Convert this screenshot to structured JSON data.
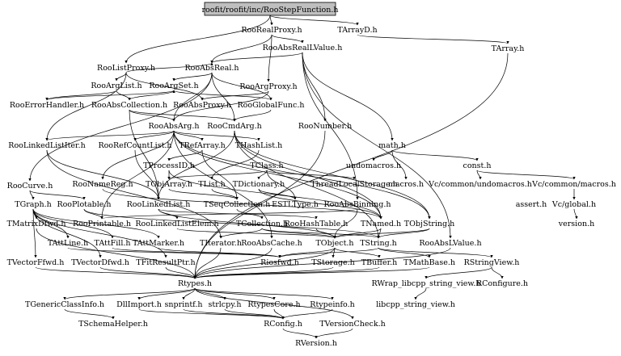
{
  "root": "roofit/roofit/inc/RooStepFunction.h",
  "nodes": [
    {
      "id": "RooRealProxy",
      "label": "RooRealProxy.h"
    },
    {
      "id": "TArrayD",
      "label": "TArrayD.h"
    },
    {
      "id": "RooAbsRealLValue",
      "label": "RooAbsRealLValue.h"
    },
    {
      "id": "TArray",
      "label": "TArray.h"
    },
    {
      "id": "RooListProxy",
      "label": "RooListProxy.h"
    },
    {
      "id": "RooAbsReal",
      "label": "RooAbsReal.h"
    },
    {
      "id": "RooArgList",
      "label": "RooArgList.h"
    },
    {
      "id": "RooArgSet",
      "label": "RooArgSet.h"
    },
    {
      "id": "RooArgProxy",
      "label": "RooArgProxy.h"
    },
    {
      "id": "RooErrorHandler",
      "label": "RooErrorHandler.h"
    },
    {
      "id": "RooAbsCollection",
      "label": "RooAbsCollection.h"
    },
    {
      "id": "RooAbsProxy",
      "label": "RooAbsProxy.h"
    },
    {
      "id": "RooGlobalFunc",
      "label": "RooGlobalFunc.h"
    },
    {
      "id": "RooAbsArg",
      "label": "RooAbsArg.h"
    },
    {
      "id": "RooCmdArg",
      "label": "RooCmdArg.h"
    },
    {
      "id": "RooNumber",
      "label": "RooNumber.h"
    },
    {
      "id": "RooLinkedListIter",
      "label": "RooLinkedListIter.h"
    },
    {
      "id": "RooRefCountList",
      "label": "RooRefCountList.h"
    },
    {
      "id": "TRefArray",
      "label": "TRefArray.h"
    },
    {
      "id": "THashList",
      "label": "THashList.h"
    },
    {
      "id": "math",
      "label": "math.h"
    },
    {
      "id": "TProcessID",
      "label": "TProcessID.h"
    },
    {
      "id": "TClass",
      "label": "TClass.h"
    },
    {
      "id": "undomacros",
      "label": "undomacros.h"
    },
    {
      "id": "const",
      "label": "const.h"
    },
    {
      "id": "RooNameReg",
      "label": "RooNameReg.h"
    },
    {
      "id": "TObjArray",
      "label": "TObjArray.h"
    },
    {
      "id": "TList",
      "label": "TList.h"
    },
    {
      "id": "TDictionary",
      "label": "TDictionary.h"
    },
    {
      "id": "ThreadLocalStorage",
      "label": "ThreadLocalStorage.h"
    },
    {
      "id": "macros",
      "label": "macros.h"
    },
    {
      "id": "VcUndomacros",
      "label": "Vc/common/undomacros.h"
    },
    {
      "id": "VcMacros",
      "label": "Vc/common/macros.h"
    },
    {
      "id": "RooCurve",
      "label": "RooCurve.h"
    },
    {
      "id": "RooPlotable",
      "label": "RooPlotable.h"
    },
    {
      "id": "RooLinkedList",
      "label": "RooLinkedList.h"
    },
    {
      "id": "TSeqCollection",
      "label": "TSeqCollection.h"
    },
    {
      "id": "ESTLType",
      "label": "ESTLType.h"
    },
    {
      "id": "RooAbsBinning",
      "label": "RooAbsBinning.h"
    },
    {
      "id": "assert",
      "label": "assert.h"
    },
    {
      "id": "VcGlobal",
      "label": "Vc/global.h"
    },
    {
      "id": "TGraph",
      "label": "TGraph.h"
    },
    {
      "id": "TMatrixDfwd",
      "label": "TMatrixDfwd.h"
    },
    {
      "id": "RooPrintable",
      "label": "RooPrintable.h"
    },
    {
      "id": "RooLinkedListElem",
      "label": "RooLinkedListElem.h"
    },
    {
      "id": "TCollection",
      "label": "TCollection.h"
    },
    {
      "id": "RooHashTable",
      "label": "RooHashTable.h"
    },
    {
      "id": "TNamed",
      "label": "TNamed.h"
    },
    {
      "id": "TObjString",
      "label": "TObjString.h"
    },
    {
      "id": "version",
      "label": "version.h"
    },
    {
      "id": "TAttLine",
      "label": "TAttLine.h"
    },
    {
      "id": "TAttFill",
      "label": "TAttFill.h"
    },
    {
      "id": "TAttMarker",
      "label": "TAttMarker.h"
    },
    {
      "id": "TIterator",
      "label": "TIterator.h"
    },
    {
      "id": "RooAbsCache",
      "label": "RooAbsCache.h"
    },
    {
      "id": "TObject",
      "label": "TObject.h"
    },
    {
      "id": "TString",
      "label": "TString.h"
    },
    {
      "id": "RooAbsLValue",
      "label": "RooAbsLValue.h"
    },
    {
      "id": "TVectorFfwd",
      "label": "TVectorFfwd.h"
    },
    {
      "id": "TVectorDfwd",
      "label": "TVectorDfwd.h"
    },
    {
      "id": "TFitResultPtr",
      "label": "TFitResultPtr.h"
    },
    {
      "id": "Riosfwd",
      "label": "Riosfwd.h"
    },
    {
      "id": "TStorage",
      "label": "TStorage.h"
    },
    {
      "id": "TBuffer",
      "label": "TBuffer.h"
    },
    {
      "id": "TMathBase",
      "label": "TMathBase.h"
    },
    {
      "id": "RStringView",
      "label": "RStringView.h"
    },
    {
      "id": "Rtypes",
      "label": "Rtypes.h"
    },
    {
      "id": "RWrap",
      "label": "RWrap_libcpp_string_view.h"
    },
    {
      "id": "RConfigure",
      "label": "RConfigure.h"
    },
    {
      "id": "TGenericClassInfo",
      "label": "TGenericClassInfo.h"
    },
    {
      "id": "DllImport",
      "label": "DllImport.h"
    },
    {
      "id": "snprintf",
      "label": "snprintf.h"
    },
    {
      "id": "strlcpy",
      "label": "strlcpy.h"
    },
    {
      "id": "RtypesCore",
      "label": "RtypesCore.h"
    },
    {
      "id": "Rtypeinfo",
      "label": "Rtypeinfo.h"
    },
    {
      "id": "libcpp",
      "label": "libcpp_string_view.h"
    },
    {
      "id": "TSchemaHelper",
      "label": "TSchemaHelper.h"
    },
    {
      "id": "RConfig",
      "label": "RConfig.h"
    },
    {
      "id": "TVersionCheck",
      "label": "TVersionCheck.h"
    },
    {
      "id": "RVersion",
      "label": "RVersion.h"
    }
  ],
  "edges": [
    [
      "ROOT",
      "RooRealProxy"
    ],
    [
      "ROOT",
      "TArrayD"
    ],
    [
      "ROOT",
      "RooListProxy"
    ],
    [
      "TArrayD",
      "TArray"
    ],
    [
      "TArray",
      "Rtypes"
    ],
    [
      "RooRealProxy",
      "RooAbsRealLValue"
    ],
    [
      "RooRealProxy",
      "RooAbsReal"
    ],
    [
      "RooRealProxy",
      "RooArgProxy"
    ],
    [
      "RooAbsRealLValue",
      "RooAbsReal"
    ],
    [
      "RooAbsRealLValue",
      "RooNumber"
    ],
    [
      "RooAbsRealLValue",
      "RooAbsLValue"
    ],
    [
      "RooAbsRealLValue",
      "RooAbsBinning"
    ],
    [
      "RooAbsRealLValue",
      "math"
    ],
    [
      "RooListProxy",
      "RooAbsReal"
    ],
    [
      "RooListProxy",
      "RooArgList"
    ],
    [
      "RooListProxy",
      "RooAbsProxy"
    ],
    [
      "RooListProxy",
      "RooLinkedListIter"
    ],
    [
      "RooAbsReal",
      "RooArgSet"
    ],
    [
      "RooAbsReal",
      "RooAbsArg"
    ],
    [
      "RooAbsReal",
      "RooGlobalFunc"
    ],
    [
      "RooAbsReal",
      "RooCmdArg"
    ],
    [
      "RooAbsReal",
      "RooCurve"
    ],
    [
      "RooArgList",
      "RooAbsCollection"
    ],
    [
      "RooArgList",
      "RooErrorHandler"
    ],
    [
      "RooArgSet",
      "RooAbsCollection"
    ],
    [
      "RooArgSet",
      "RooErrorHandler"
    ],
    [
      "RooArgProxy",
      "RooAbsProxy"
    ],
    [
      "RooArgProxy",
      "RooAbsArg"
    ],
    [
      "RooAbsCollection",
      "RooAbsArg"
    ],
    [
      "RooAbsCollection",
      "RooLinkedList"
    ],
    [
      "RooAbsCollection",
      "RooCmdArg"
    ],
    [
      "RooGlobalFunc",
      "RooCmdArg"
    ],
    [
      "RooGlobalFunc",
      "RooArgSet"
    ],
    [
      "RooAbsArg",
      "RooLinkedListIter"
    ],
    [
      "RooAbsArg",
      "RooRefCountList"
    ],
    [
      "RooAbsArg",
      "TRefArray"
    ],
    [
      "RooAbsArg",
      "THashList"
    ],
    [
      "RooAbsArg",
      "RooNameReg"
    ],
    [
      "RooAbsArg",
      "RooPrintable"
    ],
    [
      "RooAbsArg",
      "RooAbsCache"
    ],
    [
      "RooAbsArg",
      "TNamed"
    ],
    [
      "RooAbsArg",
      "TObjString"
    ],
    [
      "RooCmdArg",
      "TNamed"
    ],
    [
      "RooCmdArg",
      "TString"
    ],
    [
      "RooCmdArg",
      "RooLinkedList"
    ],
    [
      "RooCmdArg",
      "TObjString"
    ],
    [
      "RooNumber",
      "Rtypes"
    ],
    [
      "RooLinkedListIter",
      "RooLinkedList"
    ],
    [
      "RooLinkedListIter",
      "TIterator"
    ],
    [
      "RooRefCountList",
      "RooLinkedList"
    ],
    [
      "TRefArray",
      "TSeqCollection"
    ],
    [
      "TRefArray",
      "TProcessID"
    ],
    [
      "THashList",
      "TList"
    ],
    [
      "math",
      "undomacros"
    ],
    [
      "math",
      "macros"
    ],
    [
      "math",
      "const"
    ],
    [
      "const",
      "VcUndomacros"
    ],
    [
      "const",
      "VcMacros"
    ],
    [
      "VcMacros",
      "VcGlobal"
    ],
    [
      "VcGlobal",
      "version"
    ],
    [
      "TProcessID",
      "TObjArray"
    ],
    [
      "TProcessID",
      "TNamed"
    ],
    [
      "TClass",
      "TDictionary"
    ],
    [
      "TClass",
      "ESTLType"
    ],
    [
      "TClass",
      "ThreadLocalStorage"
    ],
    [
      "TClass",
      "TObjArray"
    ],
    [
      "RooNameReg",
      "TNamed"
    ],
    [
      "TObjArray",
      "TSeqCollection"
    ],
    [
      "TList",
      "TSeqCollection"
    ],
    [
      "TSeqCollection",
      "TCollection"
    ],
    [
      "TDictionary",
      "TNamed"
    ],
    [
      "TDictionary",
      "ESTLType"
    ],
    [
      "RooCurve",
      "TGraph"
    ],
    [
      "RooCurve",
      "RooPlotable"
    ],
    [
      "TGraph",
      "TMatrixDfwd"
    ],
    [
      "TGraph",
      "TAttLine"
    ],
    [
      "TGraph",
      "TAttFill"
    ],
    [
      "TGraph",
      "TAttMarker"
    ],
    [
      "TGraph",
      "TVectorFfwd"
    ],
    [
      "TGraph",
      "TVectorDfwd"
    ],
    [
      "TGraph",
      "TFitResultPtr"
    ],
    [
      "RooPlotable",
      "RooPrintable"
    ],
    [
      "RooPlotable",
      "TString"
    ],
    [
      "RooLinkedList",
      "RooLinkedListElem"
    ],
    [
      "RooLinkedList",
      "RooHashTable"
    ],
    [
      "RooLinkedList",
      "TObject"
    ],
    [
      "RooLinkedListElem",
      "TObject"
    ],
    [
      "TCollection",
      "TObject"
    ],
    [
      "TCollection",
      "TIterator"
    ],
    [
      "TCollection",
      "TString"
    ],
    [
      "RooHashTable",
      "TObject"
    ],
    [
      "TNamed",
      "TObject"
    ],
    [
      "TNamed",
      "TString"
    ],
    [
      "TObjString",
      "TObject"
    ],
    [
      "TObjString",
      "TString"
    ],
    [
      "RooAbsBinning",
      "RooPrintable"
    ],
    [
      "RooAbsBinning",
      "TObject"
    ],
    [
      "TAttLine",
      "Riosfwd"
    ],
    [
      "TAttFill",
      "Riosfwd"
    ],
    [
      "TAttMarker",
      "Riosfwd"
    ],
    [
      "TIterator",
      "Rtypes"
    ],
    [
      "RooAbsCache",
      "Rtypes"
    ],
    [
      "TObject",
      "TStorage"
    ],
    [
      "TObject",
      "TBuffer"
    ],
    [
      "TObject",
      "Riosfwd"
    ],
    [
      "TObject",
      "Rtypes"
    ],
    [
      "TString",
      "TMathBase"
    ],
    [
      "TString",
      "RStringView"
    ],
    [
      "TString",
      "Riosfwd"
    ],
    [
      "RooAbsLValue",
      "Rtypes"
    ],
    [
      "TVectorFfwd",
      "Rtypes"
    ],
    [
      "TVectorDfwd",
      "Rtypes"
    ],
    [
      "TMatrixDfwd",
      "Rtypes"
    ],
    [
      "TFitResultPtr",
      "Rtypes"
    ],
    [
      "TStorage",
      "Rtypes"
    ],
    [
      "TBuffer",
      "Rtypes"
    ],
    [
      "TMathBase",
      "Rtypes"
    ],
    [
      "RStringView",
      "RWrap"
    ],
    [
      "RStringView",
      "RConfigure"
    ],
    [
      "RWrap",
      "libcpp"
    ],
    [
      "Rtypes",
      "TGenericClassInfo"
    ],
    [
      "Rtypes",
      "DllImport"
    ],
    [
      "Rtypes",
      "snprintf"
    ],
    [
      "Rtypes",
      "strlcpy"
    ],
    [
      "Rtypes",
      "RtypesCore"
    ],
    [
      "Rtypes",
      "Rtypeinfo"
    ],
    [
      "TGenericClassInfo",
      "TSchemaHelper"
    ],
    [
      "RtypesCore",
      "RConfig"
    ],
    [
      "Rtypeinfo",
      "RConfig"
    ],
    [
      "snprintf",
      "RConfig"
    ],
    [
      "strlcpy",
      "RConfig"
    ],
    [
      "DllImport",
      "RConfig"
    ],
    [
      "RConfig",
      "RVersion"
    ],
    [
      "TVersionCheck",
      "RVersion"
    ],
    [
      "Rtypes",
      "TVersionCheck"
    ]
  ]
}
